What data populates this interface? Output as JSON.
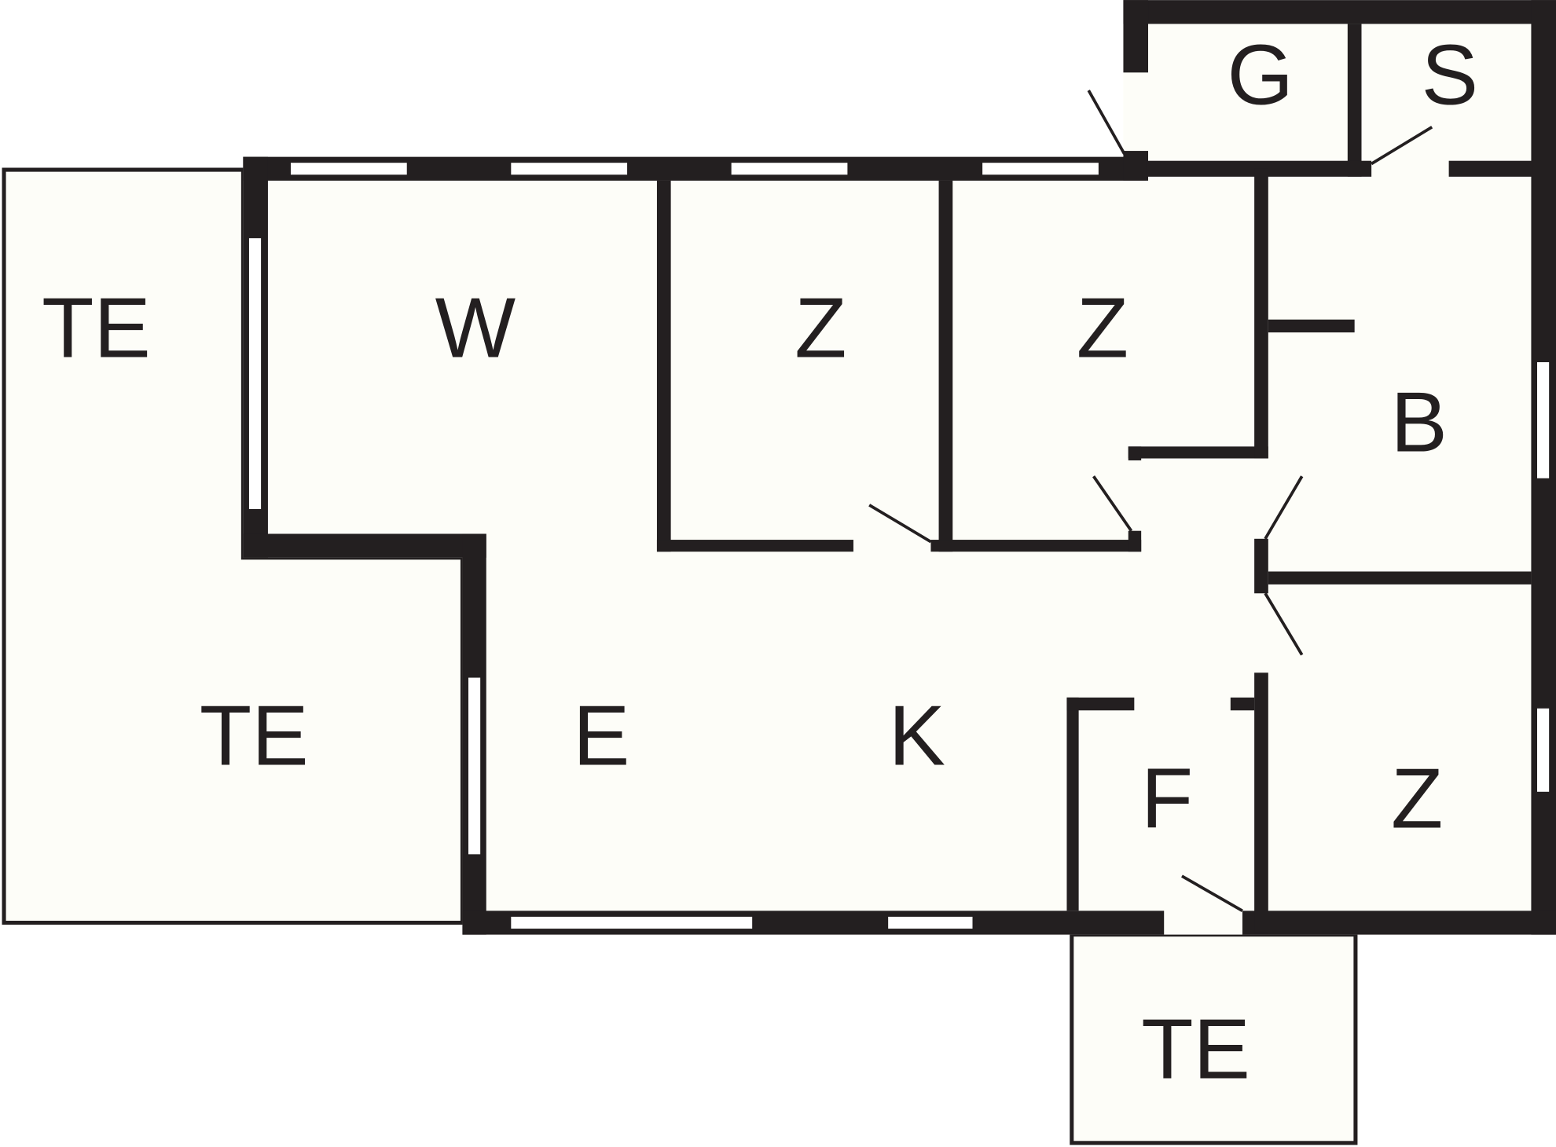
{
  "floorplan": {
    "rooms": {
      "terrace_left_top": "TE",
      "terrace_left_bottom": "TE",
      "living": "W",
      "bedroom_1": "Z",
      "bedroom_2": "Z",
      "bedroom_3": "Z",
      "dining": "E",
      "kitchen": "K",
      "hallway": "F",
      "bathroom": "B",
      "storage_g": "G",
      "storage_s": "S",
      "terrace_bottom": "TE"
    },
    "colors": {
      "wall": "#231f20",
      "floor": "#fdfdf8",
      "background": "#ffffff"
    }
  }
}
